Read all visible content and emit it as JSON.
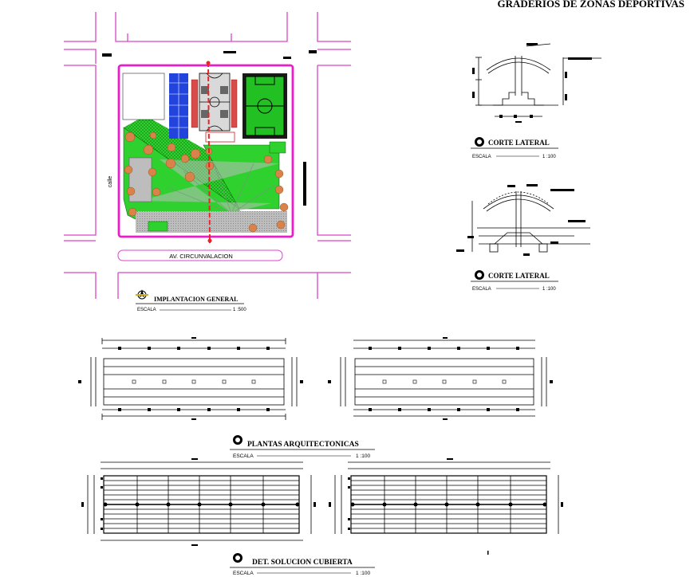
{
  "sheet_title": "GRADERIOS DE ZONAS DEPORTIVAS",
  "street_label_west": "calle",
  "street_label_south": "AV. CIRCUNVALACION",
  "views": {
    "implantacion": {
      "title": "IMPLANTACION GENERAL",
      "scale_label": "ESCALA",
      "scale_value": "1 :500"
    },
    "corte_1": {
      "title": "CORTE LATERAL",
      "scale_label": "ESCALA",
      "scale_value": "1 :100"
    },
    "corte_2": {
      "title": "CORTE LATERAL",
      "scale_label": "ESCALA",
      "scale_value": "1 :100"
    },
    "plantas": {
      "title": "PLANTAS ARQUITECTONICAS",
      "scale_label": "ESCALA",
      "scale_value": "1 :100"
    },
    "cubierta": {
      "title": "DET. SOLUCION CUBIERTA",
      "scale_label": "ESCALA",
      "scale_value": "1 :100"
    }
  },
  "colors": {
    "lot_boundary": "#e91ec8",
    "street_lines": "#d946c8",
    "vegetation": "#2fd12f",
    "court_green": "#22c022",
    "court_blue": "#2244dd",
    "trees": "#d9824a",
    "axis_red": "#ee2222",
    "plaza_gray": "#b8b8b8"
  }
}
